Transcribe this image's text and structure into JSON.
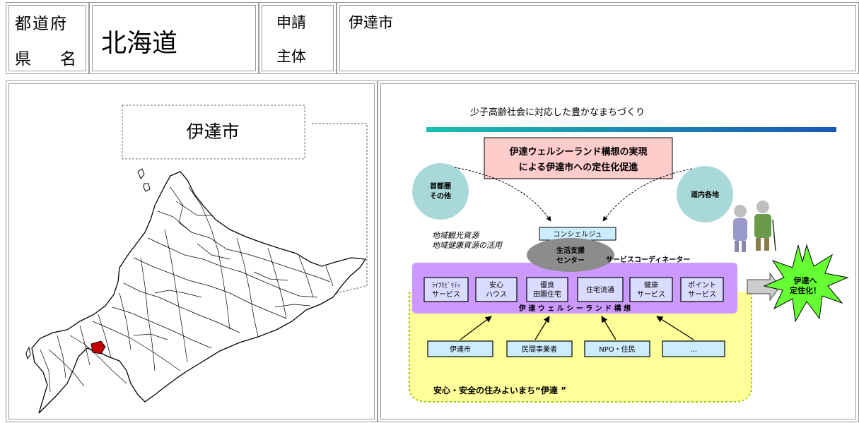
{
  "header": {
    "pref_label_line1": "都道府",
    "pref_label_line2_a": "県",
    "pref_label_line2_b": "名",
    "pref_value": "北海道",
    "applicant_label_line1": "申請",
    "applicant_label_line2": "主体",
    "applicant_value": "伊達市"
  },
  "map": {
    "callout_label": "伊達市",
    "highlight_color": "#c00000"
  },
  "diagram": {
    "title": "少子高齢社会に対応した豊かなまちづくり",
    "goal_line1": "伊達ウェルシーランド構想の実現",
    "goal_line2": "による伊達市への定住化促進",
    "origin_left_line1": "首都圏",
    "origin_left_line2": "その他",
    "origin_right": "道内各地",
    "resources_line1": "地域観光資源",
    "resources_line2": "地域健康資源の活用",
    "concierge": "コンシェルジュ",
    "center_line1": "生活支援",
    "center_line2": "センター",
    "coordinator": "サービスコーディネーター",
    "services": [
      {
        "line1": "ﾗｲﾌﾓﾋﾞﾘﾃｨ",
        "line2": "サービス"
      },
      {
        "line1": "安心",
        "line2": "ハウス"
      },
      {
        "line1": "優良",
        "line2": "田園住宅"
      },
      {
        "line1": "住宅流通",
        "line2": ""
      },
      {
        "line1": "健康",
        "line2": "サービス"
      },
      {
        "line1": "ポイント",
        "line2": "サービス"
      }
    ],
    "concept_name": "伊 達 ウ ェ ル シ ー ラ ン ド 構 想",
    "actors": [
      "伊達市",
      "民間事業者",
      "NPO・住民",
      "…"
    ],
    "slogan": "安心・安全の住みよいまち“伊達 ”",
    "burst_line1": "伊達へ",
    "burst_line2": "定住化！",
    "colors": {
      "purple_band": "#cc99ff",
      "service_box": "#d9dcff",
      "actor_box": "#ccecff",
      "goal_box": "#ffcccc",
      "circle": "#a9d8d8",
      "yellow_area": "#ffff99",
      "burst": "#66ff33",
      "teal_bar": "#1bbfb0",
      "blue_bar": "#1a57b8"
    }
  }
}
